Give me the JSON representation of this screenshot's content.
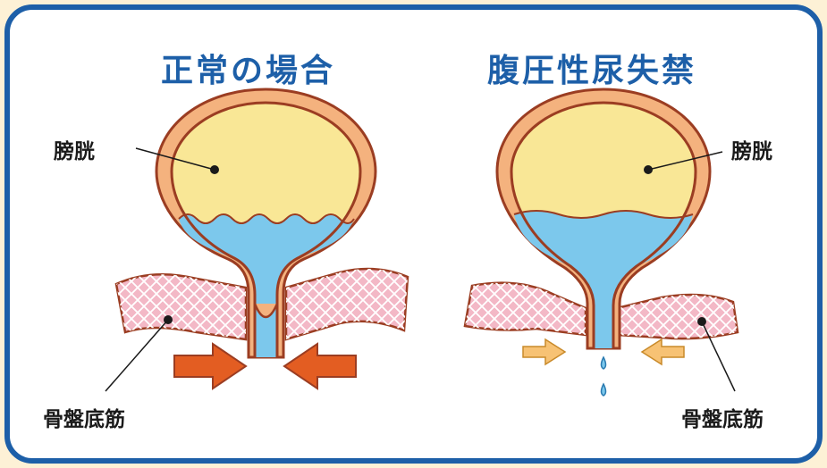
{
  "panels": {
    "normal": {
      "title": "正常の場合",
      "bladder_label": "膀胱",
      "pelvic_floor_label": "骨盤底筋"
    },
    "stress": {
      "title": "腹圧性尿失禁",
      "bladder_label": "膀胱",
      "pelvic_floor_label": "骨盤底筋"
    }
  },
  "colors": {
    "background": "#fdf1d6",
    "frame_border": "#1d5fa8",
    "panel_fill": "#ffffff",
    "title": "#1d5fa8",
    "bladder_wall": "#f4b27e",
    "bladder_outline": "#9b3d22",
    "air": "#f9e796",
    "urine": "#7cc8ec",
    "muscle": "#f3b8c6",
    "strong_arrow": "#e35d22",
    "weak_arrow": "#f7c274"
  }
}
